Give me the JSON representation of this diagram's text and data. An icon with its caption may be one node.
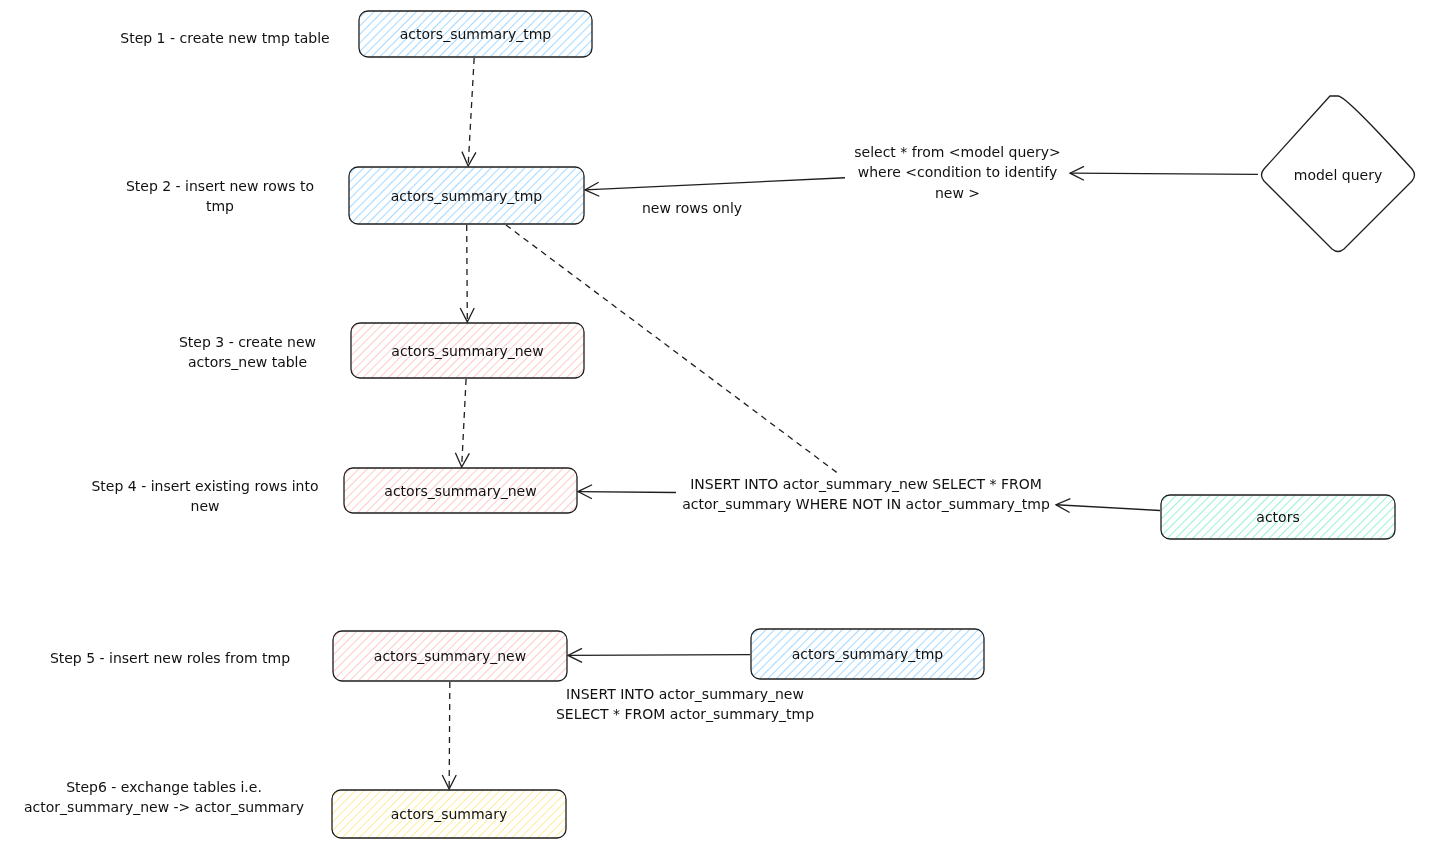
{
  "diagram": {
    "nodes": [
      {
        "text": [
          "actors_summary_tmp"
        ],
        "beside": [
          "Step 1 - create new tmp table"
        ]
      },
      {
        "text": [
          "actors_summary_tmp"
        ],
        "beside": [
          "Step 2 - insert new rows to tmp"
        ]
      },
      {
        "text": [
          "select * from <model query> where <condition to identify new >"
        ]
      },
      {
        "text": [
          "model query"
        ]
      },
      {
        "text": [
          "actors_summary_new"
        ],
        "beside": [
          "Step 3 - create new actors_new table"
        ]
      },
      {
        "text": [
          "actors_summary_new"
        ],
        "beside": [
          "Step 4 - insert existing rows into new"
        ]
      },
      {
        "text": [
          "INSERT INTO actor_summary_new SELECT * FROM actor_summary WHERE NOT IN actor_summary_tmp"
        ]
      },
      {
        "text": [
          "actors"
        ]
      },
      {
        "text": [
          "actors_summary_new"
        ],
        "beside": [
          "Step 5 - insert new roles from tmp"
        ]
      },
      {
        "text": [
          "actors_summary_tmp"
        ]
      },
      {
        "text": [
          "actors_summary"
        ],
        "beside": [
          "Step6 - exchange tables i.e. actor_summary_new -> actor_summary"
        ]
      }
    ],
    "edges": [
      {
        "from": 0,
        "to": 1,
        "arrow": "to",
        "style": "dashed"
      },
      {
        "from": 3,
        "to": 2,
        "arrow": "to"
      },
      {
        "from": 2,
        "to": 1,
        "arrow": "to",
        "label": "new rows only"
      },
      {
        "from": 1,
        "to": 4,
        "arrow": "to",
        "style": "dashed"
      },
      {
        "from": 4,
        "to": 5,
        "arrow": "to",
        "style": "dashed"
      },
      {
        "from": 1,
        "to": 6,
        "arrow": "none",
        "style": "dashed"
      },
      {
        "from": 7,
        "to": 6,
        "arrow": "to"
      },
      {
        "from": 6,
        "to": 5,
        "arrow": "to"
      },
      {
        "from": 9,
        "to": 8,
        "arrow": "to",
        "label": "INSERT INTO actor_summary_new SELECT * FROM actor_summary_tmp"
      },
      {
        "from": 8,
        "to": 10,
        "arrow": "to",
        "style": "dashed"
      }
    ]
  }
}
